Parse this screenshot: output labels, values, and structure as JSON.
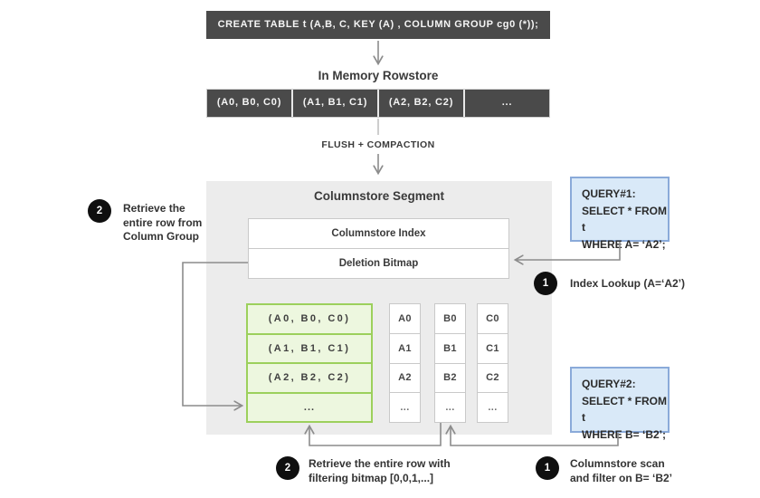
{
  "create_statement": "CREATE TABLE  t (A,B, C, KEY (A) , COLUMN GROUP cg0 (*));",
  "rowstore": {
    "title": "In Memory Rowstore",
    "cells": [
      "(A0, B0, C0)",
      "(A1, B1, C1)",
      "(A2, B2, C2)",
      "..."
    ]
  },
  "flush_label": "FLUSH + COMPACTION",
  "segment": {
    "title": "Columnstore Segment",
    "index_bar": "Columnstore Index",
    "deletion_bar": "Deletion Bitmap",
    "column_group_rows": [
      "(A0, B0, C0)",
      "(A1, B1, C1)",
      "(A2, B2, C2)",
      "..."
    ],
    "columns": [
      [
        "A0",
        "A1",
        "A2",
        "..."
      ],
      [
        "B0",
        "B1",
        "B2",
        "..."
      ],
      [
        "C0",
        "C1",
        "C2",
        "..."
      ]
    ]
  },
  "query1": {
    "line1": "QUERY#1:",
    "line2": "SELECT * FROM t",
    "line3": "WHERE A= ‘A2’;"
  },
  "query2": {
    "line1": "QUERY#2:",
    "line2": "SELECT * FROM t",
    "line3": "WHERE B= ‘B2’;"
  },
  "steps": {
    "index_lookup": {
      "num": "1",
      "text": "Index Lookup (A=‘A2’)"
    },
    "retrieve_row_from_cg": {
      "num": "2",
      "text": "Retrieve the entire row from Column Group"
    },
    "retrieve_row_bitmap": {
      "num": "2",
      "text": "Retrieve the entire row with filtering bitmap [0,0,1,...]"
    },
    "columnstore_scan": {
      "num": "1",
      "text": "Columnstore scan and filter on B= ‘B2’"
    }
  },
  "colors": {
    "dark_box": "#4a4a4a",
    "segment_bg": "#ececec",
    "green_border": "#9cd05c",
    "green_fill": "#edf7df",
    "blue_border": "#8aaad9",
    "blue_fill": "#d9e9f8",
    "connector_line": "#8c8c8c",
    "step_circle": "#0f0f0f"
  }
}
